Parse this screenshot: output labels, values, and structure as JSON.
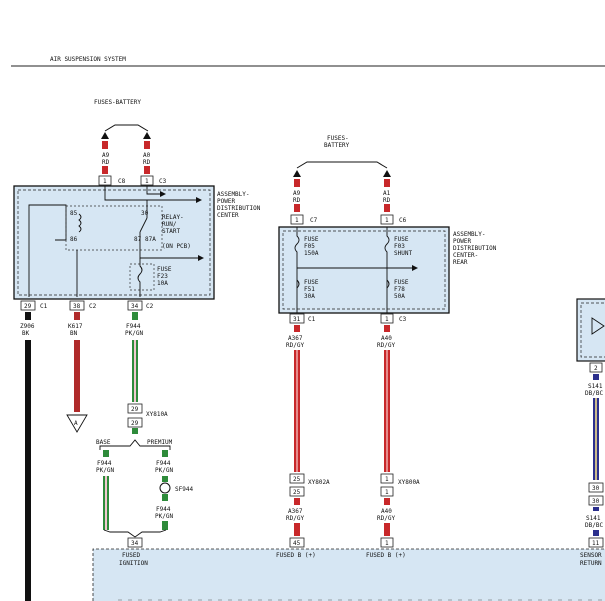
{
  "header": {
    "title": "AIR SUSPENSION SYSTEM"
  },
  "colors": {
    "module_fill": "#d6e6f3",
    "wire_red": "#c8282a",
    "wire_darkred": "#b02a2a",
    "wire_black": "#111111",
    "wire_green": "#2e8b3a",
    "wire_blue": "#2b2f8c"
  },
  "left_group": {
    "fuses_label": "FUSES-BATTERY",
    "feeds": [
      {
        "circuit": "A9",
        "color": "RD",
        "pin": "1",
        "conn": "C8"
      },
      {
        "circuit": "A0",
        "color": "RD",
        "pin": "1",
        "conn": "C3"
      }
    ],
    "module_label": [
      "ASSEMBLY-",
      "POWER",
      "DISTRIBUTION",
      "CENTER"
    ],
    "relay": {
      "pins": [
        "85",
        "86",
        "30",
        "87",
        "87A"
      ],
      "label": [
        "RELAY-",
        "RUN/",
        "START"
      ],
      "note": "(ON PCB)"
    },
    "fuse": {
      "label": [
        "FUSE",
        "F23",
        "10A"
      ]
    },
    "outputs": [
      {
        "pin": "29",
        "conn": "C1",
        "circuit": "Z906",
        "color": "BK"
      },
      {
        "pin": "38",
        "conn": "C2",
        "circuit": "K617",
        "color": "BN"
      },
      {
        "pin": "34",
        "conn": "C2",
        "circuit": "F944",
        "color": "PK/GN"
      }
    ],
    "ref_marker": "A",
    "inline_connector": {
      "pin_top": "29",
      "pin_bottom": "29",
      "name": "XY810A"
    },
    "variants": {
      "base": "BASE",
      "premium": "PREMIUM"
    },
    "branch_base": {
      "circuit": "F944",
      "color": "PK/GN"
    },
    "branch_premium": {
      "circuit": "F944",
      "color": "PK/GN"
    },
    "splice": "SF944",
    "branch_premium_lower": {
      "circuit": "F944",
      "color": "PK/GN"
    },
    "module_pin": "34"
  },
  "right_group": {
    "fuses_label": [
      "FUSES-",
      "BATTERY"
    ],
    "feeds": [
      {
        "circuit": "A9",
        "color": "RD",
        "pin": "1",
        "conn": "C7"
      },
      {
        "circuit": "A1",
        "color": "RD",
        "pin": "1",
        "conn": "C6"
      }
    ],
    "module_label": [
      "ASSEMBLY-",
      "POWER",
      "DISTRIBUTION",
      "CENTER-",
      "REAR"
    ],
    "fuses": [
      {
        "label": [
          "FUSE",
          "F05",
          "150A"
        ]
      },
      {
        "label": [
          "FUSE",
          "F03",
          "SHUNT"
        ]
      },
      {
        "label": [
          "FUSE",
          "F51",
          "30A"
        ]
      },
      {
        "label": [
          "FUSE",
          "F78",
          "50A"
        ]
      }
    ],
    "outputs": [
      {
        "pin": "31",
        "conn": "C1",
        "circuit": "A367",
        "color": "RD/GY"
      },
      {
        "pin": "1",
        "conn": "C3",
        "circuit": "A40",
        "color": "RD/GY"
      }
    ],
    "inline_connectors": [
      {
        "pin_top": "25",
        "pin_bottom": "25",
        "name": "XY802A"
      },
      {
        "pin_top": "1",
        "pin_bottom": "1",
        "name": "XY800A"
      }
    ],
    "lower_wires": [
      {
        "circuit": "A367",
        "color": "RD/GY"
      },
      {
        "circuit": "A40",
        "color": "RD/GY"
      }
    ],
    "module_pins": [
      "45",
      "1"
    ]
  },
  "far_right": {
    "pin": "2",
    "circuit": "S141",
    "color": "DB/BC",
    "inline_top": "30",
    "inline_bottom": "30",
    "lower_circuit": "S141",
    "lower_color": "DB/BC",
    "module_pin": "11"
  },
  "bottom_module": {
    "labels": [
      "FUSED",
      "IGNITION",
      "FUSED B (+)",
      "FUSED B (+)",
      "SENSOR",
      "RETURN"
    ]
  }
}
